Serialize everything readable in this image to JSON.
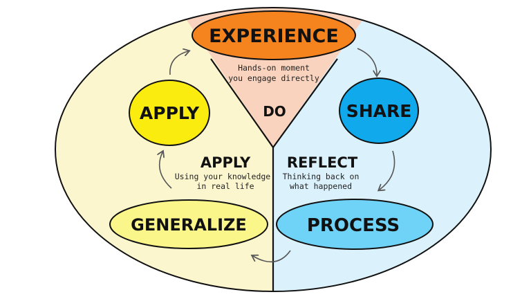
{
  "nodes": {
    "experience": "EXPERIENCE",
    "share": "SHARE",
    "process": "PROCESS",
    "generalize": "GENERALIZE",
    "apply": "APPLY"
  },
  "regions": {
    "do": "DO",
    "reflect": {
      "title": "REFLECT",
      "line1": "Thinking back on",
      "line2": "what happened"
    },
    "apply": {
      "title": "APPLY",
      "line1": "Using your knowledge",
      "line2": "in real life"
    }
  },
  "experience_desc": {
    "line1": "Hands-on moment",
    "line2": "you engage directly"
  },
  "colors": {
    "experience": "#f5841f",
    "experience_region": "#f9d3bd",
    "share": "#10a9ec",
    "process": "#6fd2f7",
    "reflect_region": "#dbf1fb",
    "generalize": "#faf68a",
    "apply": "#fbec10",
    "apply_region": "#fcf6cf"
  }
}
